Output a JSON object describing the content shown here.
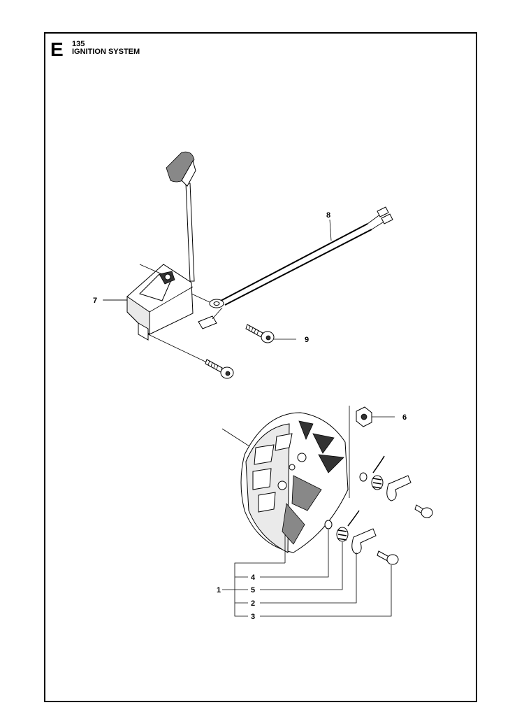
{
  "header": {
    "section_letter": "E",
    "model_number": "135",
    "title": "IGNITION SYSTEM"
  },
  "callouts": {
    "p1": "1",
    "p2": "2",
    "p3": "3",
    "p4": "4",
    "p5": "5",
    "p6": "6",
    "p7": "7",
    "p8": "8",
    "p9": "9"
  }
}
